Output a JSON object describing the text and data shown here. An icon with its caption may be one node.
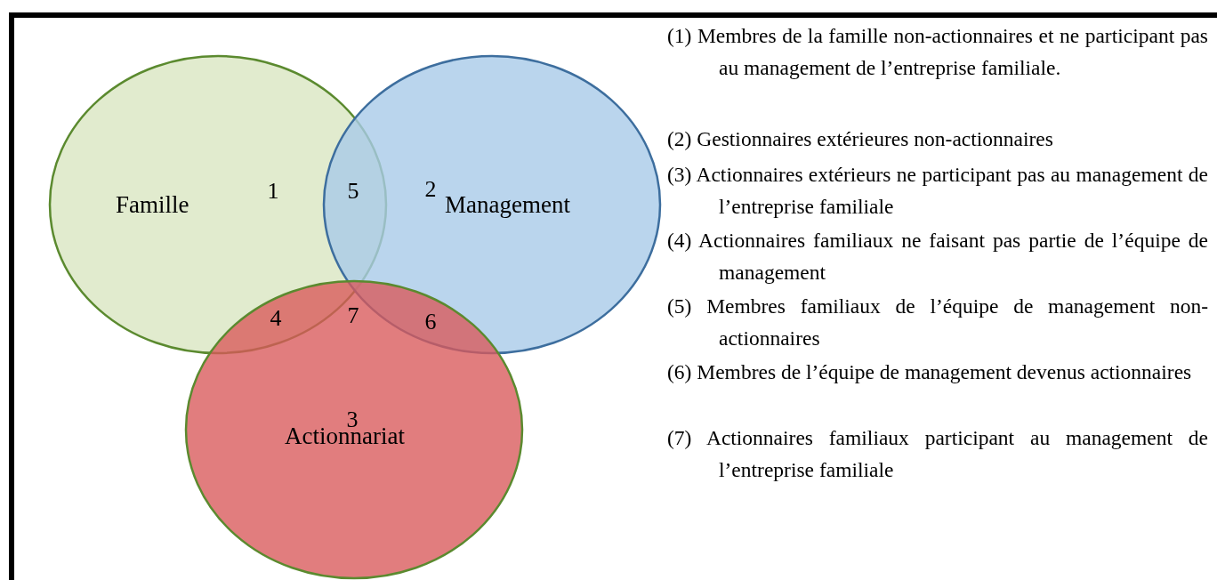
{
  "diagram": {
    "nodes": [
      {
        "text": [
          "Famille"
        ]
      },
      {
        "text": [
          "Management"
        ]
      },
      {
        "text": [
          "Actionnariat"
        ]
      }
    ],
    "labels": [
      "1",
      "5",
      "2",
      "4",
      "7",
      "6",
      "3",
      "(1) Membres de la famille non-actionnaires et ne participant pas au management de l’entreprise familiale.",
      "(2) Gestionnaires extérieures non-actionnaires",
      "(3) Actionnaires extérieurs ne participant pas au management de l’entreprise familiale",
      "(4) Actionnaires familiaux ne faisant pas partie de l’équipe de management",
      "(5) Membres familiaux de l’équipe de management non-actionnaires",
      "(6) Membres de l’équipe de management devenus actionnaires",
      "(7) Actionnaires familiaux participant au management de l’entreprise familiale"
    ]
  }
}
